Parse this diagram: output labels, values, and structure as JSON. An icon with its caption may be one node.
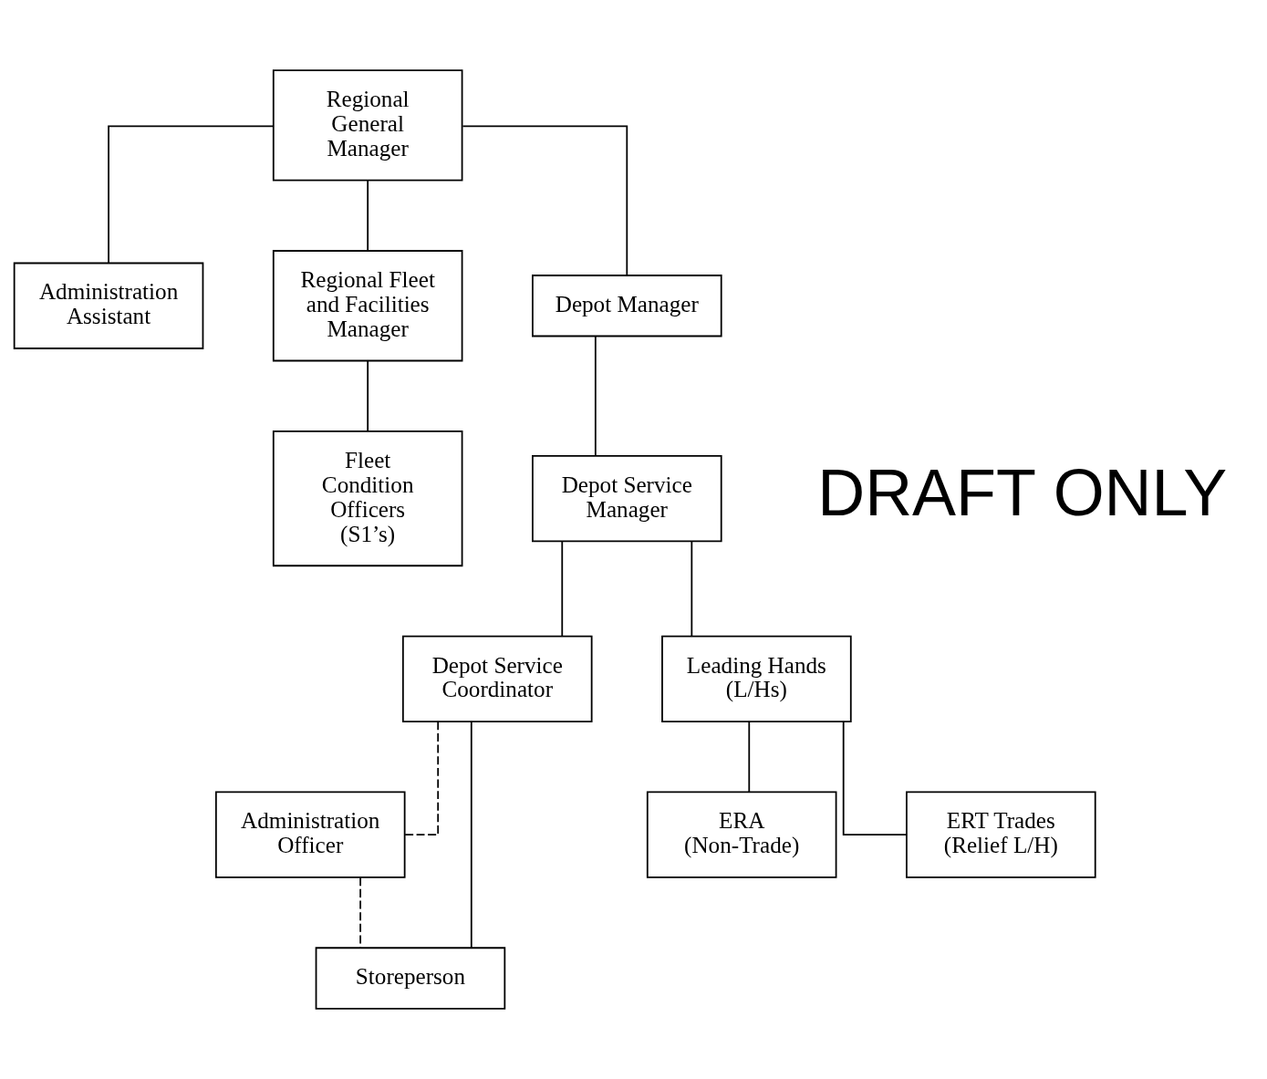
{
  "diagram": {
    "nodes": [
      {
        "text": [
          "Regional General Manager"
        ]
      },
      {
        "text": [
          "Administration Assistant"
        ]
      },
      {
        "text": [
          "Regional Fleet and Facilities Manager"
        ]
      },
      {
        "text": [
          "Depot Manager"
        ]
      },
      {
        "text": [
          "Fleet Condition Officers (S1’s)"
        ]
      },
      {
        "text": [
          "Depot Service Manager"
        ]
      },
      {
        "text": [
          "Depot Service Coordinator"
        ]
      },
      {
        "text": [
          "Leading Hands (L/Hs)"
        ]
      },
      {
        "text": [
          "Administration Officer"
        ]
      },
      {
        "text": [
          "Storeperson"
        ]
      },
      {
        "text": [
          "ERA (Non-Trade)"
        ]
      },
      {
        "text": [
          "ERT Trades (Relief L/H)"
        ]
      }
    ],
    "edges": [
      {
        "from": 0,
        "to": 1,
        "arrow": "none"
      },
      {
        "from": 0,
        "to": 2,
        "arrow": "none"
      },
      {
        "from": 0,
        "to": 3,
        "arrow": "none"
      },
      {
        "from": 2,
        "to": 4,
        "arrow": "none"
      },
      {
        "from": 3,
        "to": 5,
        "arrow": "none"
      },
      {
        "from": 5,
        "to": 6,
        "arrow": "none"
      },
      {
        "from": 5,
        "to": 7,
        "arrow": "none"
      },
      {
        "from": 6,
        "to": 8,
        "arrow": "none",
        "style": "dashed"
      },
      {
        "from": 8,
        "to": 9,
        "arrow": "none",
        "style": "dashed"
      },
      {
        "from": 6,
        "to": 9,
        "arrow": "none"
      },
      {
        "from": 7,
        "to": 10,
        "arrow": "none"
      },
      {
        "from": 7,
        "to": 11,
        "arrow": "none"
      }
    ],
    "labels": [
      "DRAFT ONLY"
    ]
  }
}
